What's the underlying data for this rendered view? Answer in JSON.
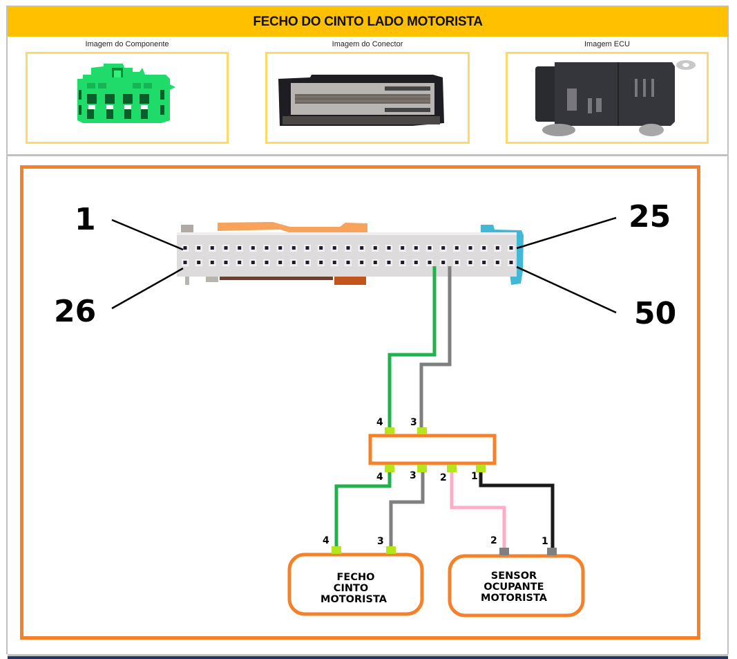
{
  "header": {
    "title": "FECHO DO CINTO LADO MOTORISTA"
  },
  "images": {
    "component_caption": "Imagem do Componente",
    "connector_caption": "Imagem do Conector",
    "ecu_caption": "Imagem ECU"
  },
  "ecu_connector": {
    "pins_per_row": 25,
    "rows": 2,
    "labels": {
      "top_left": "1",
      "top_right": "25",
      "bottom_left": "26",
      "bottom_right": "50"
    }
  },
  "splice": {
    "top_pins": [
      "4",
      "3"
    ],
    "bottom_pins": [
      "4",
      "3",
      "2",
      "1"
    ]
  },
  "wires": [
    {
      "from": "ECU",
      "to": "splice-top-4",
      "color": "#22b14c",
      "label": "4"
    },
    {
      "from": "ECU",
      "to": "splice-top-3",
      "color": "#7f7f7f",
      "label": "3"
    },
    {
      "from": "splice-bottom-4",
      "to": "fecho-cinto-4",
      "color": "#22b14c",
      "label": "4"
    },
    {
      "from": "splice-bottom-3",
      "to": "fecho-cinto-3",
      "color": "#7f7f7f",
      "label": "3"
    },
    {
      "from": "splice-bottom-2",
      "to": "sensor-ocupante-2",
      "color": "#ffaec9",
      "label": "2"
    },
    {
      "from": "splice-bottom-1",
      "to": "sensor-ocupante-1",
      "color": "#1a1a1a",
      "label": "1"
    }
  ],
  "components": {
    "fecho": {
      "lines": [
        "FECHO",
        "CINTO",
        "MOTORISTA"
      ],
      "pins": [
        "4",
        "3"
      ]
    },
    "sensor": {
      "lines": [
        "SENSOR",
        "OCUPANTE",
        "MOTORISTA"
      ],
      "pins": [
        "2",
        "1"
      ]
    }
  },
  "colors": {
    "title_bg": "#ffc000",
    "frame_orange": "#f5822a",
    "image_border": "#ffd966",
    "pin_green": "#b5e61d",
    "pin_gray": "#7f7f7f",
    "connector_accent_orange": "#f7a35c",
    "connector_accent_blue": "#41b8d5"
  }
}
